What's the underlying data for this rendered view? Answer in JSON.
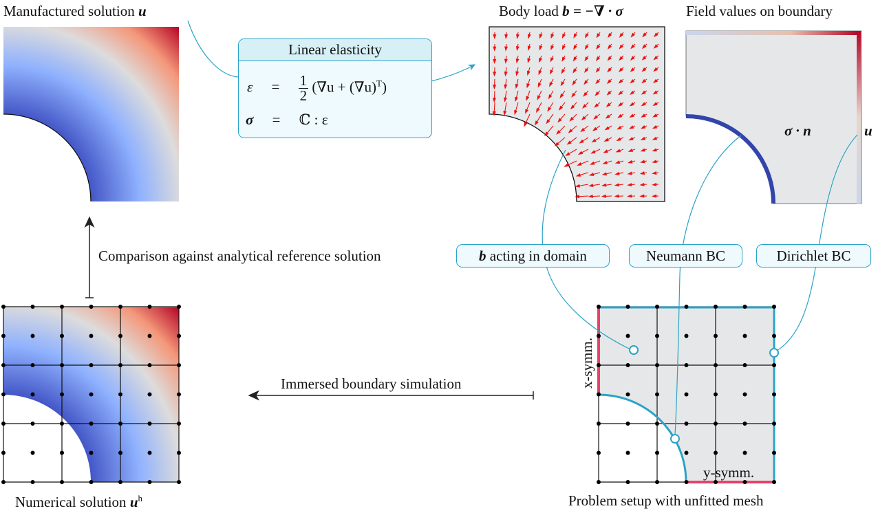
{
  "titles": {
    "manufactured": "Manufactured solution",
    "manufactured_sym": "u",
    "body_load": "Body load",
    "body_load_sym": "b = −∇ · σ",
    "field_values": "Field values on boundary",
    "numerical": "Numerical solution",
    "numerical_sym": "u",
    "numerical_sup": "h",
    "problem_setup": "Problem setup with unfitted mesh"
  },
  "elasticity_box": {
    "title": "Linear elasticity",
    "eq1_lhs": "ε",
    "eq1_eq": "=",
    "eq1_num": "1",
    "eq1_den": "2",
    "eq1_rhs": "(∇u + (∇u)",
    "eq1_sup": "T",
    "eq1_close": ")",
    "eq2_lhs": "σ",
    "eq2_eq": "=",
    "eq2_rhs": "ℂ : ε"
  },
  "annotations": {
    "sigma_n": "σ · n",
    "u_boundary": "u",
    "x_symm": "x-symm.",
    "y_symm": "y-symm.",
    "comparison": "Comparison against analytical reference solution",
    "immersed": "Immersed boundary simulation"
  },
  "labels": {
    "b_domain_sym": "b",
    "b_domain": "acting in domain",
    "neumann": "Neumann BC",
    "dirichlet": "Dirichlet BC"
  },
  "colors": {
    "accent": "#2aa3c8",
    "symmetry": "#e8416a",
    "arrow": "#ee1111",
    "low": "#3b4cc0",
    "high": "#b40426",
    "domain": "#e6e7e8"
  }
}
